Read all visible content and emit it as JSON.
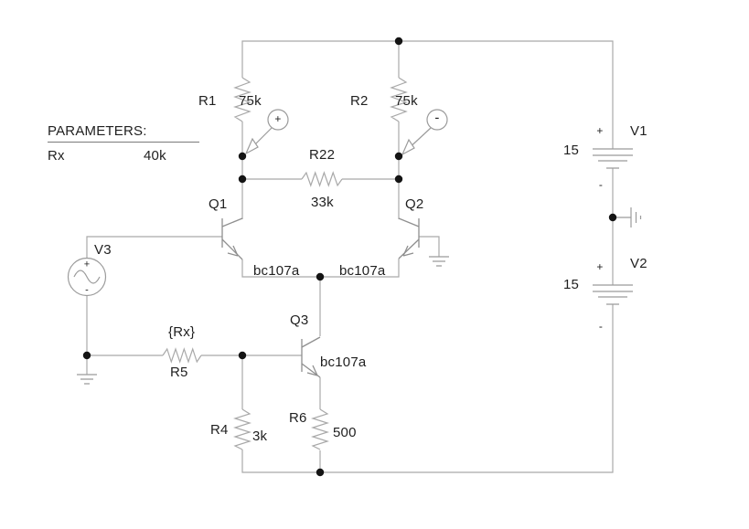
{
  "params": {
    "title": "PARAMETERS:",
    "rx_name": "Rx",
    "rx_value": "40k"
  },
  "resistors": {
    "r1": {
      "ref": "R1",
      "value": "75k"
    },
    "r2": {
      "ref": "R2",
      "value": "75k"
    },
    "r22": {
      "ref": "R22",
      "value": "33k"
    },
    "r5": {
      "ref": "R5",
      "value": "{Rx}"
    },
    "r4": {
      "ref": "R4",
      "value": "3k"
    },
    "r6": {
      "ref": "R6",
      "value": "500"
    }
  },
  "transistors": {
    "q1": {
      "ref": "Q1",
      "model": "bc107a"
    },
    "q2": {
      "ref": "Q2",
      "model": "bc107a"
    },
    "q3": {
      "ref": "Q3",
      "model": "bc107a"
    }
  },
  "sources": {
    "v1": {
      "ref": "V1",
      "value": "15",
      "plus": "+",
      "minus": "-"
    },
    "v2": {
      "ref": "V2",
      "value": "15",
      "plus": "+",
      "minus": "-"
    },
    "v3": {
      "ref": "V3",
      "plus": "+",
      "minus": "-"
    }
  },
  "probes": {
    "plus": "+",
    "minus": "-"
  },
  "colors": {
    "wire": "#a9a9a9",
    "symbol": "#8f8f8f",
    "text": "#1f1f1f",
    "dot": "#141414",
    "background": "#ffffff"
  }
}
